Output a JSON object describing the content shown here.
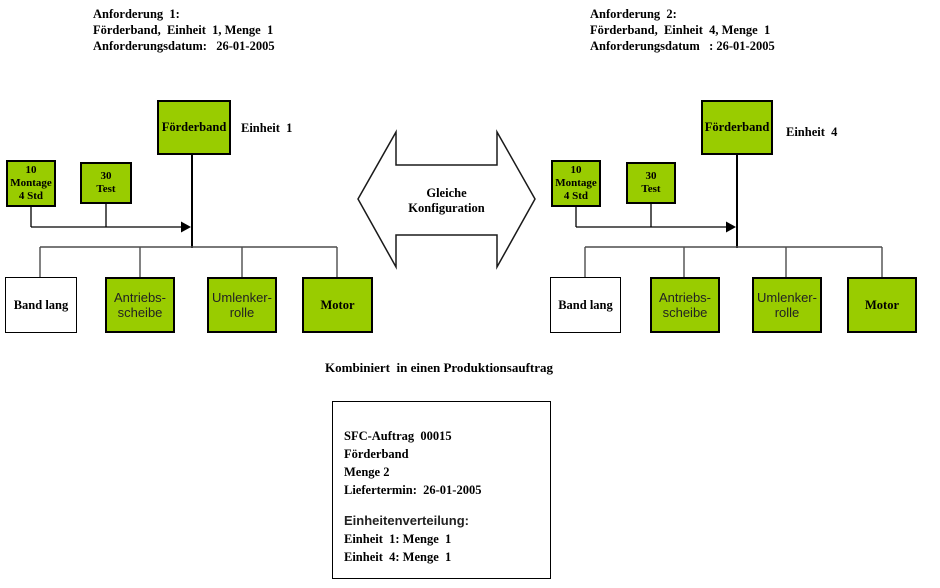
{
  "colors": {
    "box_green": "#99CC00",
    "box_border": "#000000",
    "connector_gray": "#4d4d4d",
    "line_black": "#000000"
  },
  "requirement_left": {
    "line1": "Anforderung  1:",
    "line2": "Förderband,  Einheit  1, Menge  1",
    "line3": "Anforderungsdatum:   26-01-2005"
  },
  "requirement_right": {
    "line1": "Anforderung  2:",
    "line2": "Förderband,  Einheit  4, Menge  1",
    "line3": "Anforderungsdatum   : 26-01-2005"
  },
  "center_arrow": {
    "label": "Gleiche\nKonfiguration"
  },
  "combined_caption": "Kombiniert  in einen Produktionsauftrag",
  "left_tree": {
    "root": "Förderband",
    "unit_label": "Einheit  1",
    "op1": "10\nMontage\n4 Std",
    "op2": "30\nTest",
    "children": [
      "Band lang",
      "Antriebs-\nscheibe",
      "Umlenker-\nrolle",
      "Motor"
    ]
  },
  "right_tree": {
    "root": "Förderband",
    "unit_label": "Einheit  4",
    "op1": "10\nMontage\n4 Std",
    "op2": "30\nTest",
    "children": [
      "Band lang",
      "Antriebs-\nscheibe",
      "Umlenker-\nrolle",
      "Motor"
    ]
  },
  "order_box": {
    "line1": "SFC-Auftrag  00015",
    "line2": "Förderband",
    "line3": "Menge 2",
    "line4": "Liefertermin:  26-01-2005",
    "line5": "Einheitenverteilung:",
    "line6": "Einheit  1: Menge  1",
    "line7": "Einheit  4: Menge  1"
  }
}
